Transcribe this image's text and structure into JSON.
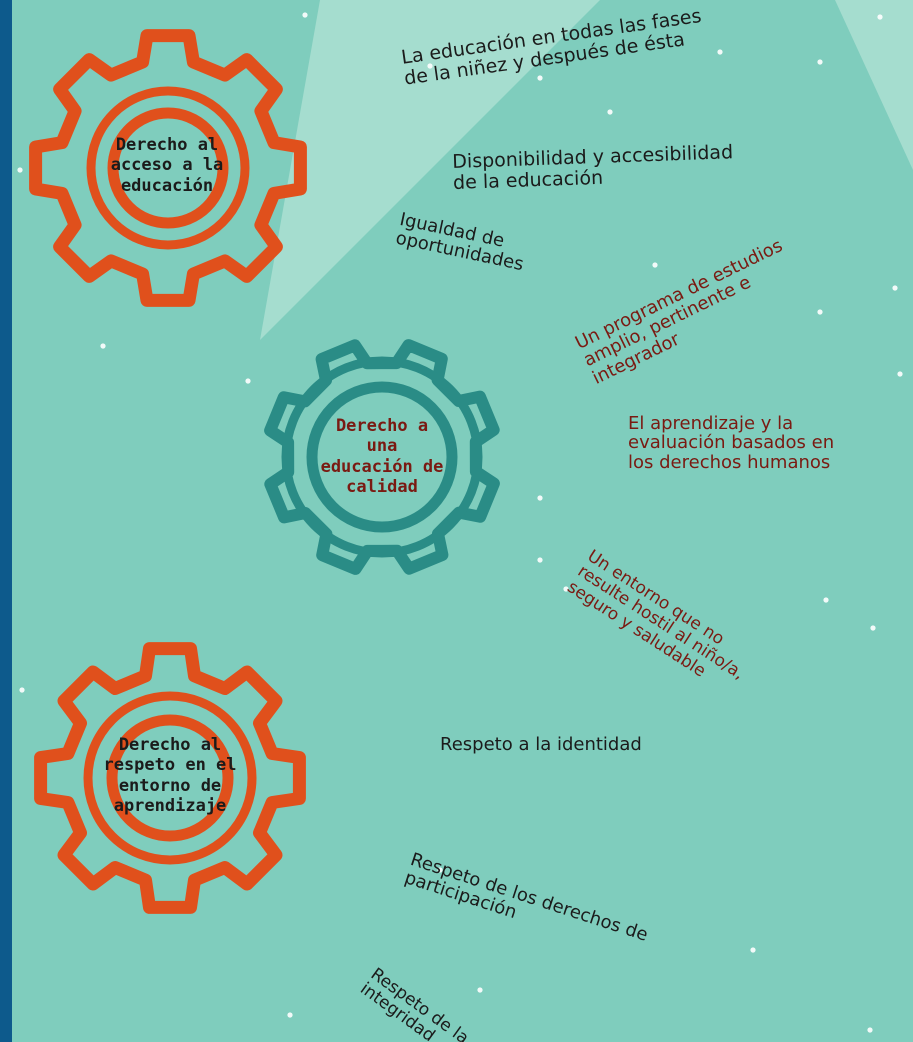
{
  "colors": {
    "background": "#7fcdbd",
    "light_beam": "#b2e2d6",
    "frame_blue": "#0d5a8c",
    "gear_orange": "#e0501c",
    "gear_teal": "#2a8c86",
    "text_dark": "#1b1b1b",
    "text_red": "#7a1a12"
  },
  "gears": [
    {
      "id": "acceso",
      "color": "orange",
      "title_lines": [
        "Derecho al",
        "acceso a la",
        "educación"
      ],
      "items": [
        {
          "lines": [
            "La educación en todas las fases",
            "de la niñez y después de ésta"
          ]
        },
        {
          "lines": [
            "Disponibilidad y accesibilidad",
            "de la educación"
          ]
        },
        {
          "lines": [
            "Igualdad de",
            "oportunidades"
          ]
        }
      ]
    },
    {
      "id": "calidad",
      "color": "teal",
      "title_lines": [
        "Derecho a",
        "una",
        "educación de",
        "calidad"
      ],
      "items": [
        {
          "lines": [
            "Un programa de estudios",
            "amplio, pertinente e",
            "integrador"
          ]
        },
        {
          "lines": [
            "El aprendizaje y la",
            "evaluación basados en",
            "los derechos humanos"
          ]
        },
        {
          "lines": [
            "Un entorno que no",
            "resulte hostil al niño/a,",
            "seguro y saludable"
          ]
        }
      ]
    },
    {
      "id": "respeto",
      "color": "orange",
      "title_lines": [
        "Derecho al",
        "respeto en el",
        "entorno de",
        "aprendizaje"
      ],
      "items": [
        {
          "lines": [
            "Respeto a la identidad"
          ]
        },
        {
          "lines": [
            "Respeto de los derechos de",
            "participación"
          ]
        },
        {
          "lines": [
            "Respeto de la",
            "integridad"
          ]
        }
      ]
    }
  ]
}
